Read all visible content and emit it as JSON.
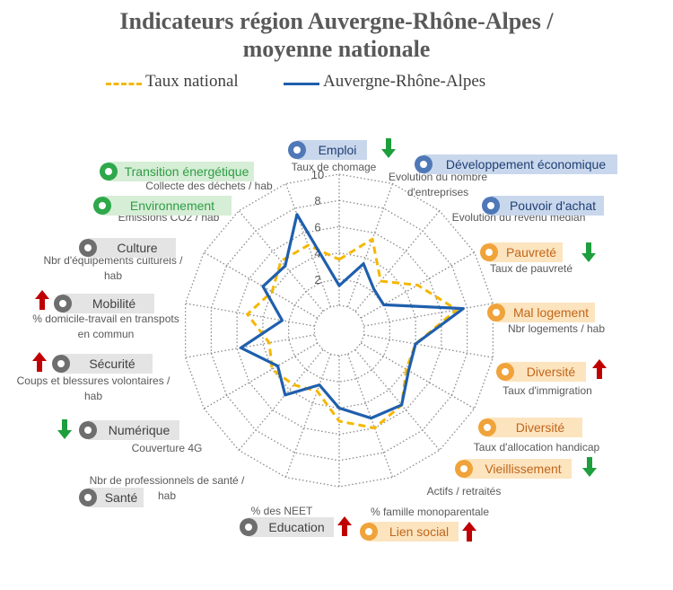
{
  "title_line1": "Indicateurs région Auvergne-Rhône-Alpes /",
  "title_line2": "moyenne nationale",
  "chart_data": {
    "type": "radar",
    "rmax": 10,
    "ticks": [
      "2",
      "4",
      "6",
      "8",
      "10"
    ],
    "series": [
      {
        "name": "Taux national",
        "color": "#F5B700",
        "dash": true,
        "values": [
          3.5,
          5.5,
          3.0,
          5.0,
          7.2,
          4.0,
          4.0,
          5.5,
          6.0,
          5.0,
          3.0,
          3.5,
          4.0,
          3.5,
          5.2,
          4.0,
          5.0,
          5.0
        ]
      },
      {
        "name": "Auvergne-Rhône-Alpes",
        "color": "#1F5FAD",
        "dash": false,
        "values": [
          1.5,
          3.5,
          2.2,
          2.0,
          7.7,
          4.0,
          4.2,
          5.5,
          5.2,
          4.0,
          2.5,
          4.5,
          3.5,
          5.7,
          2.5,
          4.8,
          4.5,
          7.5
        ]
      }
    ],
    "axes": [
      {
        "label": [
          "Taux de chomage"
        ],
        "badge": "Emploi",
        "group": "blue",
        "icon": "person-icon",
        "arrow": "down"
      },
      {
        "label": [
          "Evolution du nombre",
          "d'entreprises"
        ],
        "badge": "Développement économique",
        "group": "blue",
        "icon": "euro-icon",
        "arrow": ""
      },
      {
        "label": [
          "Evolution du revenu médian"
        ],
        "badge": "Pouvoir d'achat",
        "group": "blue",
        "icon": "wallet-icon",
        "arrow": ""
      },
      {
        "label": [
          "Taux de pauvreté"
        ],
        "badge": "Pauvreté",
        "group": "orange",
        "icon": "hand-icon",
        "arrow": "down"
      },
      {
        "label": [
          "Nbr logements / hab"
        ],
        "badge": "Mal logement",
        "group": "orange",
        "icon": "house-icon",
        "arrow": ""
      },
      {
        "label": [
          "Taux d'immigration"
        ],
        "badge": "Diversité",
        "group": "orange",
        "icon": "wheelchair-icon",
        "arrow": "up"
      },
      {
        "label": [
          "Taux d'allocation handicap"
        ],
        "badge": "Diversité",
        "group": "orange",
        "icon": "wheelchair-icon",
        "arrow": ""
      },
      {
        "label": [
          "Actifs / retraités"
        ],
        "badge": "Vieillissement",
        "group": "orange",
        "icon": "elderly-icon",
        "arrow": "down"
      },
      {
        "label": [
          "%  famille monoparentale"
        ],
        "badge": "Lien social",
        "group": "orange",
        "icon": "people-icon",
        "arrow": "up"
      },
      {
        "label": [
          "% des NEET"
        ],
        "badge": "Education",
        "group": "gray",
        "icon": "graduation-cap-icon",
        "arrow": "up"
      },
      {
        "label": [
          "Nbr de professionnels de santé /",
          "hab"
        ],
        "badge": "Santé",
        "group": "gray",
        "icon": "health-icon",
        "arrow": ""
      },
      {
        "label": [
          "Couverture 4G"
        ],
        "badge": "Numérique",
        "group": "gray",
        "icon": "mouse-icon",
        "arrow": "down"
      },
      {
        "label": [
          "Coups et blessures volontaires /",
          "hab"
        ],
        "badge": "Sécurité",
        "group": "gray",
        "icon": "police-car-icon",
        "arrow": "up"
      },
      {
        "label": [
          "% domicile-travail en transpots",
          "en commun"
        ],
        "badge": "Mobilité",
        "group": "gray",
        "icon": "bus-icon",
        "arrow": "up"
      },
      {
        "label": [
          "Nbr d'équipements culturels /",
          "hab"
        ],
        "badge": "Culture",
        "group": "gray",
        "icon": "theater-masks-icon",
        "arrow": ""
      },
      {
        "label": [
          "Emissions CO2  / hab"
        ],
        "badge": "Environnement",
        "group": "green",
        "icon": "leaf-icon",
        "arrow": ""
      },
      {
        "label": [
          "Collecte des déchets / hab"
        ],
        "badge": "Transition énergétique",
        "group": "green",
        "icon": "car-icon",
        "arrow": ""
      },
      {
        "label": [],
        "badge": "",
        "group": "",
        "icon": "",
        "arrow": ""
      }
    ],
    "group_colors": {
      "blue": {
        "bg": "#C9D7EC",
        "text": "#1F3F73",
        "icon": "#4F78B7"
      },
      "orange": {
        "bg": "#FCE4BF",
        "text": "#C0661B",
        "icon": "#F0A33A"
      },
      "gray": {
        "bg": "#E4E4E4",
        "text": "#404040",
        "icon": "#6E6E6E"
      },
      "green": {
        "bg": "#D6EDD6",
        "text": "#2E9E46",
        "icon": "#2EA84A"
      }
    },
    "arrow_colors": {
      "up": "#C00000",
      "down": "#1E9E3C"
    }
  }
}
